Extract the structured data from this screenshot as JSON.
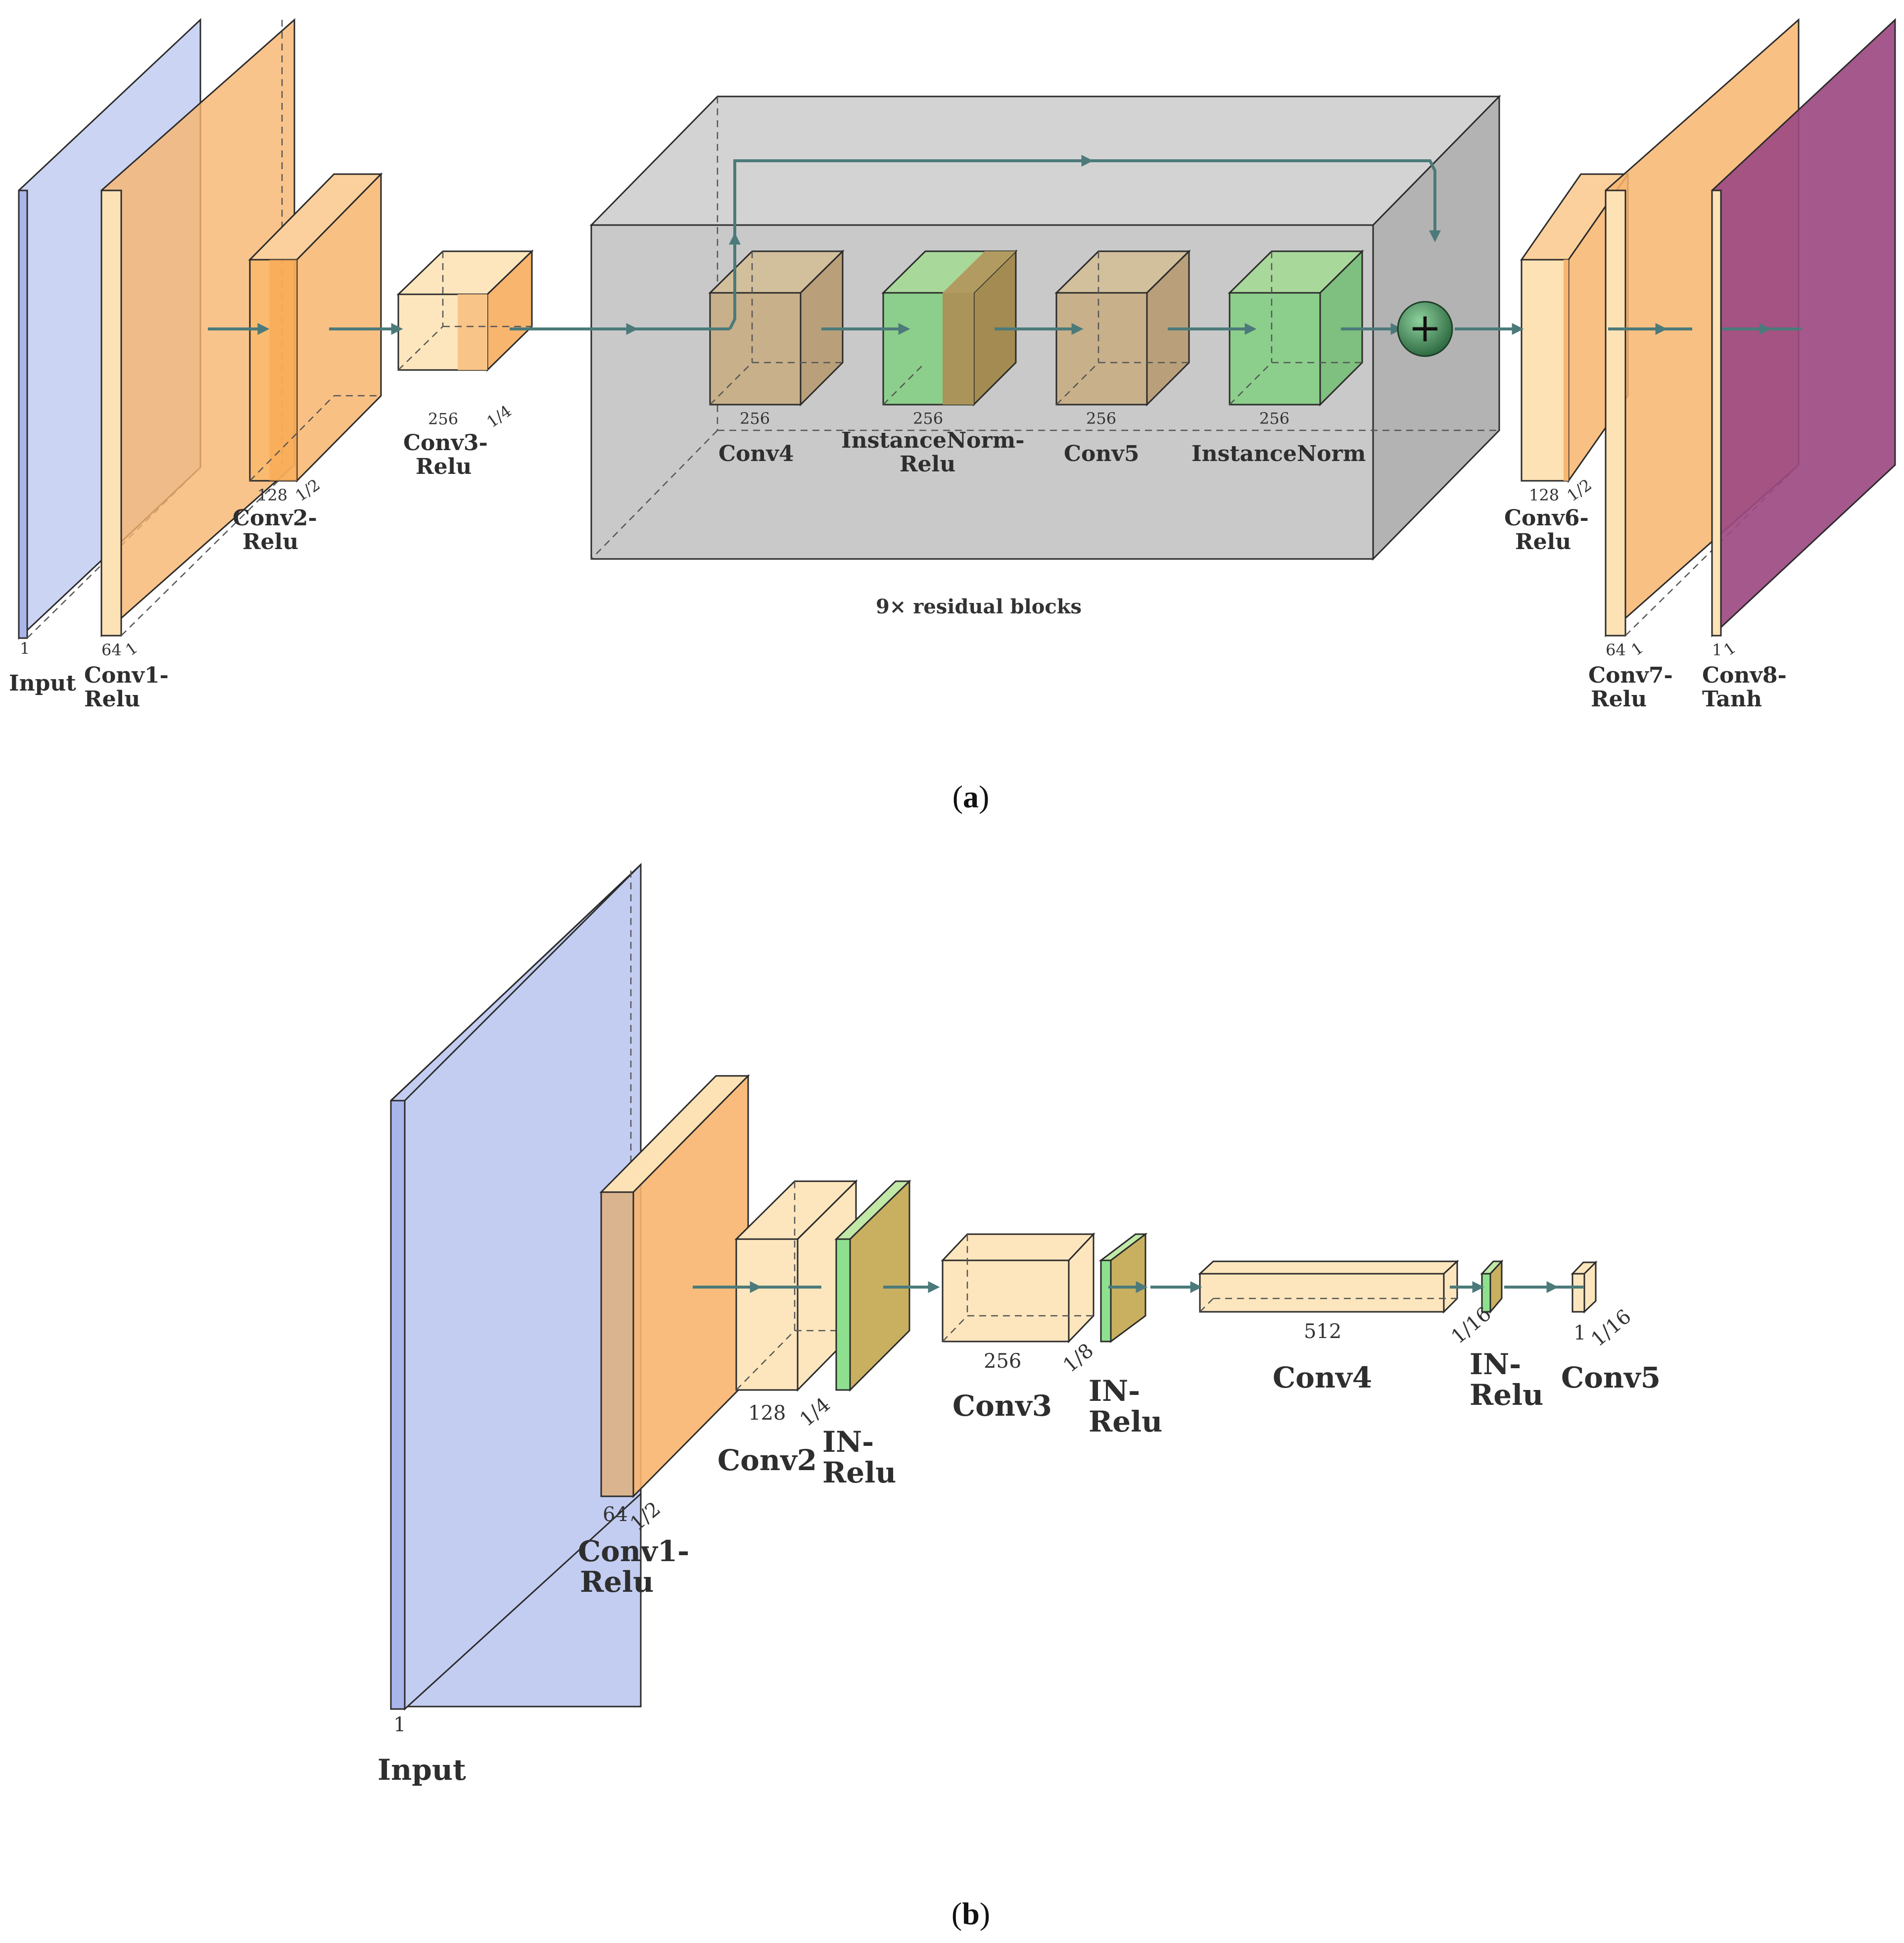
{
  "panel_a": {
    "caption_open": "(",
    "caption_letter": "a",
    "caption_close": ")",
    "residual_caption": "9× residual blocks",
    "layers": {
      "input": {
        "name_line1": "Input",
        "name_line2": "",
        "channels": "1",
        "scale": ""
      },
      "conv1": {
        "name_line1": "Conv1-",
        "name_line2": "Relu",
        "channels": "64",
        "scale": "1"
      },
      "conv2": {
        "name_line1": "Conv2-",
        "name_line2": "Relu",
        "channels": "128",
        "scale": "1/2"
      },
      "conv3": {
        "name_line1": "Conv3-",
        "name_line2": "Relu",
        "channels": "256",
        "scale": "1/4"
      },
      "conv4": {
        "name_line1": "Conv4",
        "name_line2": "",
        "channels": "256",
        "scale": ""
      },
      "in_relu": {
        "name_line1": "InstanceNorm-",
        "name_line2": "Relu",
        "channels": "256",
        "scale": ""
      },
      "conv5": {
        "name_line1": "Conv5",
        "name_line2": "",
        "channels": "256",
        "scale": ""
      },
      "in_norm": {
        "name_line1": "InstanceNorm",
        "name_line2": "",
        "channels": "256",
        "scale": ""
      },
      "conv6": {
        "name_line1": "Conv6-",
        "name_line2": "Relu",
        "channels": "128",
        "scale": "1/2"
      },
      "conv7": {
        "name_line1": "Conv7-",
        "name_line2": "Relu",
        "channels": "64",
        "scale": "1"
      },
      "conv8": {
        "name_line1": "Conv8-",
        "name_line2": "Tanh",
        "channels": "1",
        "scale": "1"
      }
    },
    "sum_symbol": "+"
  },
  "panel_b": {
    "caption_open": "(",
    "caption_letter": "b",
    "caption_close": ")",
    "layers": {
      "input": {
        "name_line1": "Input",
        "name_line2": "",
        "channels": "1",
        "scale": ""
      },
      "conv1": {
        "name_line1": "Conv1-",
        "name_line2": "Relu",
        "channels": "64",
        "scale": "1/2"
      },
      "conv2": {
        "name_line1": "Conv2",
        "name_line2": "",
        "channels": "128",
        "scale": "1/4"
      },
      "in_relu1": {
        "name_line1": "IN-",
        "name_line2": "Relu",
        "channels": "",
        "scale": ""
      },
      "conv3": {
        "name_line1": "Conv3",
        "name_line2": "",
        "channels": "256",
        "scale": "1/8"
      },
      "in_relu2": {
        "name_line1": "IN-",
        "name_line2": "Relu",
        "channels": "",
        "scale": ""
      },
      "conv4": {
        "name_line1": "Conv4",
        "name_line2": "",
        "channels": "512",
        "scale": "1/16"
      },
      "in_relu3": {
        "name_line1": "IN-",
        "name_line2": "Relu",
        "channels": "",
        "scale": ""
      },
      "conv5": {
        "name_line1": "Conv5",
        "name_line2": "",
        "channels": "1",
        "scale": "1/16"
      }
    }
  },
  "colors": {
    "input_blue": "#c3cdf1",
    "conv_orange": "#f8b56e",
    "conv_light": "#fde2b5",
    "norm_green": "#8ccf8c",
    "conv_tan": "#c8b08a",
    "tanh_purple": "#9c4a82",
    "residual_grey": "#c6c6c6",
    "flow_teal": "#4c7a7a",
    "sum_green": "#3f7f53"
  }
}
